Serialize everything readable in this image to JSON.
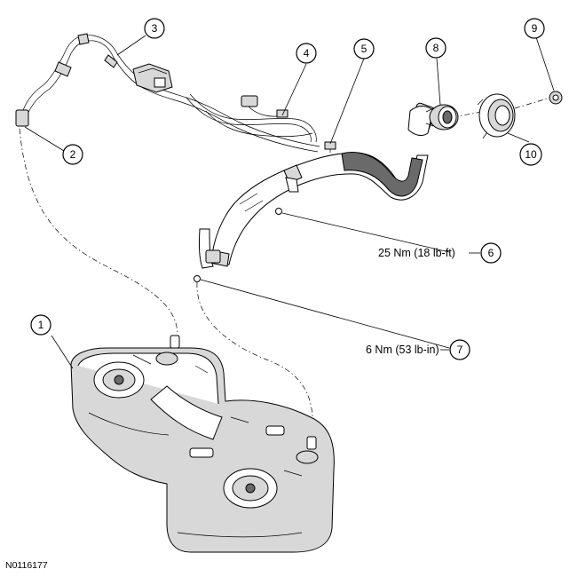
{
  "callouts": [
    {
      "id": "1",
      "label": "1"
    },
    {
      "id": "2",
      "label": "2"
    },
    {
      "id": "3",
      "label": "3"
    },
    {
      "id": "4",
      "label": "4"
    },
    {
      "id": "5",
      "label": "5"
    },
    {
      "id": "6",
      "label": "6"
    },
    {
      "id": "7",
      "label": "7"
    },
    {
      "id": "8",
      "label": "8"
    },
    {
      "id": "9",
      "label": "9"
    },
    {
      "id": "10",
      "label": "10"
    }
  ],
  "torque_specs": [
    {
      "text": "25 Nm (18 lb-ft)",
      "callout": "6"
    },
    {
      "text": "6 Nm (53 lb-in)",
      "callout": "7"
    }
  ],
  "figure_id": "N0116177"
}
